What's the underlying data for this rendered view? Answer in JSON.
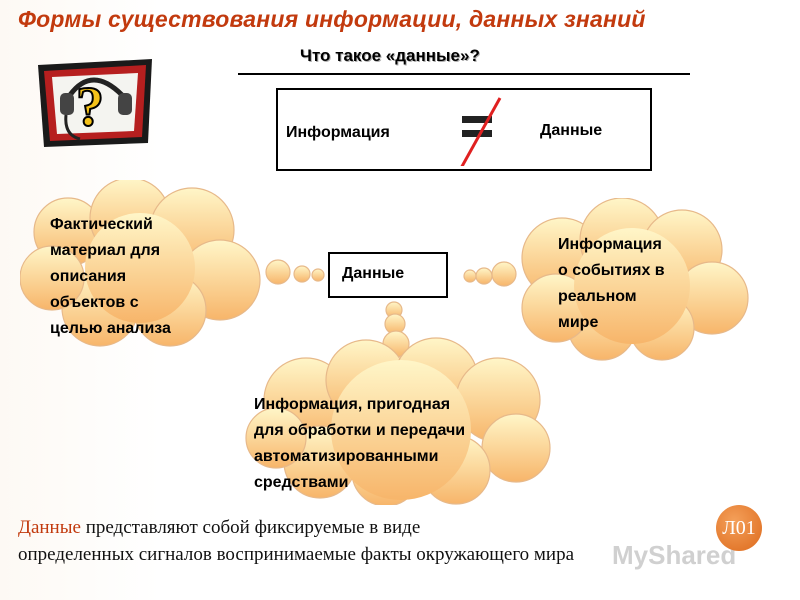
{
  "slide": {
    "title": "Формы существования информации, данных знаний",
    "subtitle": "Что такое «данные»?",
    "comparison": {
      "left": "Информация",
      "right": "Данные"
    },
    "center_label": "Данные",
    "cloud_left": [
      "Фактический",
      "материал для",
      "описания",
      "объектов с",
      "целью анализа"
    ],
    "cloud_right": [
      "Информация",
      "о событиях в",
      "реальном",
      "мире"
    ],
    "cloud_bottom": [
      "Информация, пригодная",
      "для обработки и передачи",
      "автоматизированными",
      "средствами"
    ],
    "definition": {
      "term": "Данные",
      "rest_line1": " представляют собой фиксируемые в виде",
      "line2": "определенных сигналов воспринимаемые факты окружающего мира"
    },
    "watermark": "MyShared",
    "badge": "Л01"
  },
  "colors": {
    "title": "#c23a0e",
    "cloud_fill_top": "#fff6c8",
    "cloud_fill_bottom": "#f7b56a",
    "strike": "#e02020"
  },
  "icons": {
    "clipart": "question-headset-icon"
  }
}
